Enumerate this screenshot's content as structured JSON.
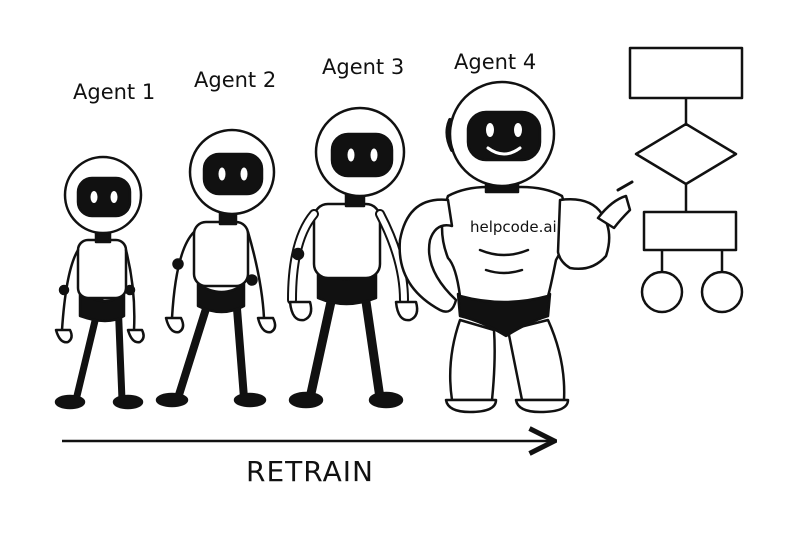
{
  "agents": [
    {
      "label": "Agent 1"
    },
    {
      "label": "Agent 2"
    },
    {
      "label": "Agent 3"
    },
    {
      "label": "Agent 4"
    }
  ],
  "brand": "helpcode.ai",
  "caption": "RETRAIN",
  "colors": {
    "ink": "#111111",
    "visor": "#111111",
    "fill": "#ffffff"
  },
  "icons": [
    "robot-figure",
    "progress-arrow",
    "flowchart-diagram"
  ]
}
